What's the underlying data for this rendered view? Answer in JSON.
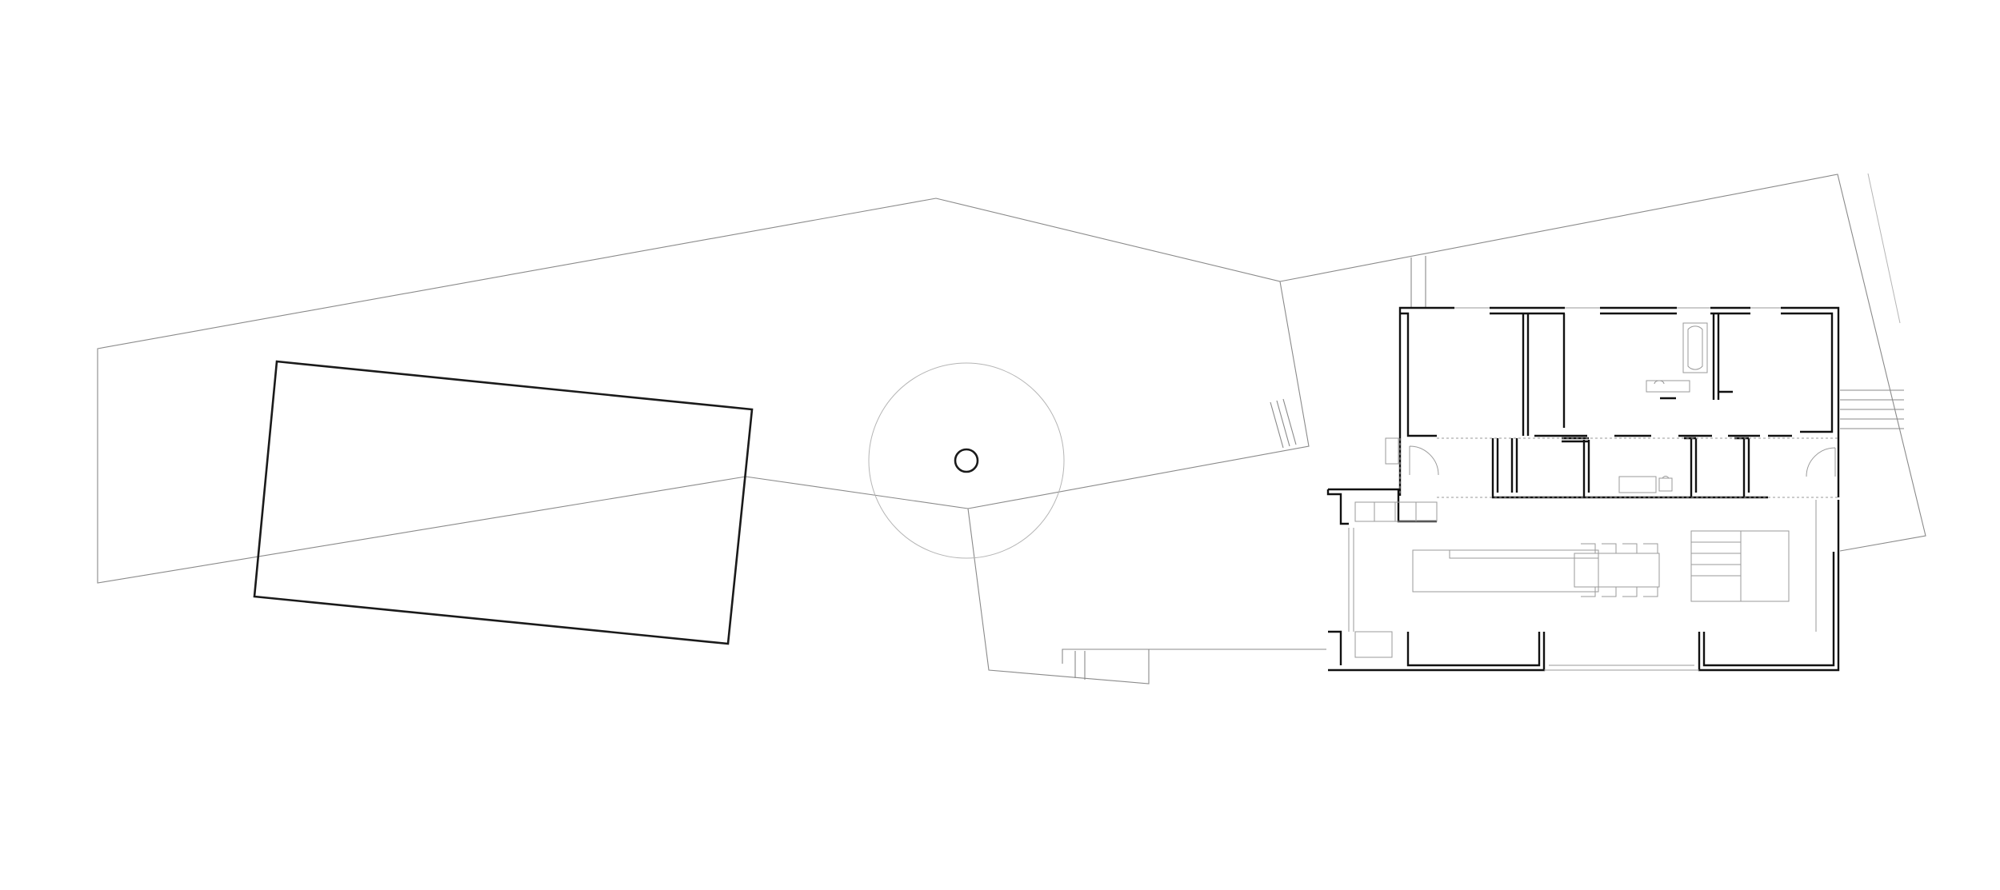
{
  "drawing": {
    "kind": "site floor plan",
    "background": "#ffffff",
    "line_color": "#1a1a1a",
    "secondary_line_color": "#8a8a8a",
    "labels_shown": false
  },
  "elements": {
    "site_boundary": {
      "style": "thin outline"
    },
    "pool": {
      "style": "bold outline"
    },
    "tree": {
      "style": "circle with canopy ring"
    },
    "house": {
      "style": "bold wall outlines with furniture"
    },
    "steps": {
      "count": 4
    }
  }
}
